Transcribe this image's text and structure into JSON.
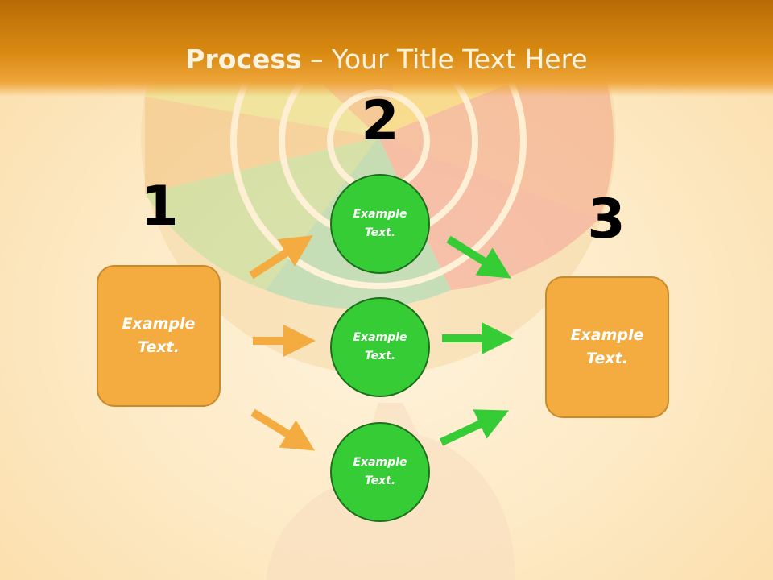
{
  "title": {
    "bold": "Process",
    "rest": " – Your Title Text Here"
  },
  "steps": {
    "one": "1",
    "two": "2",
    "three": "3"
  },
  "left_box": {
    "text": "Example Text."
  },
  "right_box": {
    "text": "Example Text."
  },
  "circles": [
    {
      "text": "Example Text."
    },
    {
      "text": "Example Text."
    },
    {
      "text": "Example Text."
    }
  ],
  "colors": {
    "header": "#d98a12",
    "box": "#f4ac40",
    "circle": "#36cc36",
    "orange_arrow": "#f4ac40",
    "green_arrow": "#36cc36"
  },
  "background_image": "lollipop-held-in-hand"
}
